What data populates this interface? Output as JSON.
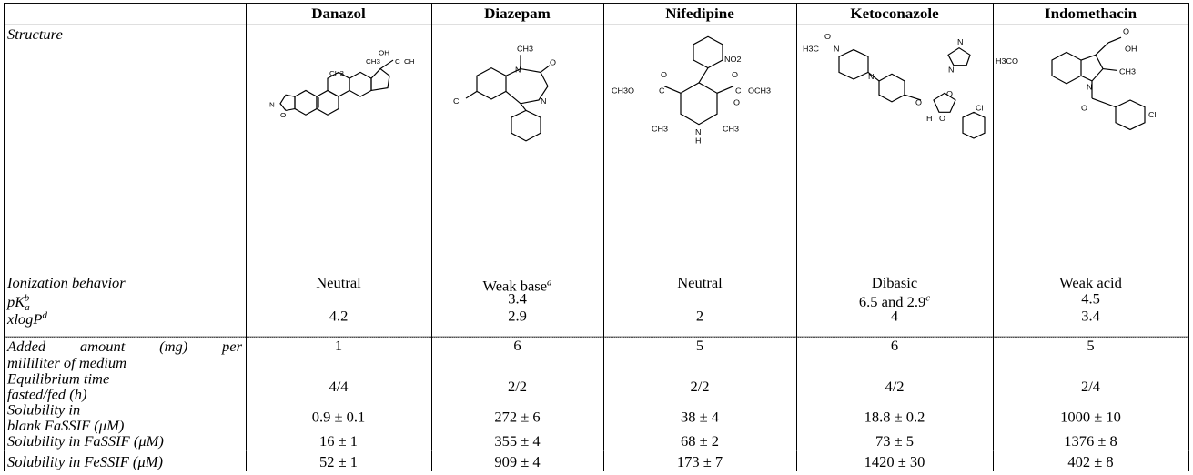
{
  "columns": [
    "Danazol",
    "Diazepam",
    "Nifedipine",
    "Ketoconazole",
    "Indomethacin"
  ],
  "row_labels": {
    "structure": "Structure",
    "ionization": "Ionization behavior",
    "pka_base": "pK",
    "pka_sub": "a",
    "pka_sup": "b",
    "xlogp_base": "xlogP",
    "xlogp_sup": "d",
    "added_line1": "Added amount (mg) per",
    "added_line2": "milliliter of medium",
    "equil_line1": "Equilibrium time",
    "equil_line2": "fasted/fed (h)",
    "sol_blank_line1": "Solubility in",
    "sol_blank_line2": "blank FaSSIF (μM)",
    "sol_fassif": "Solubility in FaSSIF (μM)",
    "sol_fessif": "Solubility in FeSSIF (μM)"
  },
  "rows": {
    "ionization": [
      "Neutral",
      "Weak base",
      "Neutral",
      "Dibasic",
      "Weak acid"
    ],
    "ionization_sup": [
      "",
      "a",
      "",
      "",
      ""
    ],
    "pka": [
      "",
      "3.4",
      "",
      "6.5 and 2.9",
      "4.5"
    ],
    "pka_sup": [
      "",
      "",
      "",
      "c",
      ""
    ],
    "xlogp": [
      "4.2",
      "2.9",
      "2",
      "4",
      "3.4"
    ],
    "added_amount": [
      "1",
      "6",
      "5",
      "6",
      "5"
    ],
    "equilibrium_time": [
      "4/4",
      "2/2",
      "2/2",
      "4/2",
      "2/4"
    ],
    "sol_blank_fassif": [
      "0.9 ± 0.1",
      "272 ± 6",
      "38 ± 4",
      "18.8 ± 0.2",
      "1000 ± 10"
    ],
    "sol_fassif": [
      "16 ± 1",
      "355 ± 4",
      "68 ± 2",
      "73 ± 5",
      "1376 ± 8"
    ],
    "sol_fessif": [
      "52 ± 1",
      "909 ± 4",
      "173 ± 7",
      "1420 ± 30",
      "402 ± 8"
    ]
  },
  "structure_labels": {
    "danazol": [
      "OH",
      "CH3",
      "C",
      "CH",
      "CH3",
      "N",
      "O"
    ],
    "diazepam": [
      "CH3",
      "N",
      "O",
      "Cl",
      "N"
    ],
    "nifedipine": [
      "NO2",
      "O",
      "O",
      "CH3O",
      "C",
      "C",
      "OCH3",
      "O",
      "CH3",
      "N",
      "H",
      "CH3"
    ],
    "ketoconazole": [
      "O",
      "H3C",
      "N",
      "N",
      "N",
      "N",
      "O",
      "O",
      "O",
      "H",
      "Cl"
    ],
    "indomethacin": [
      "O",
      "OH",
      "H3CO",
      "CH3",
      "N",
      "O",
      "Cl"
    ]
  }
}
